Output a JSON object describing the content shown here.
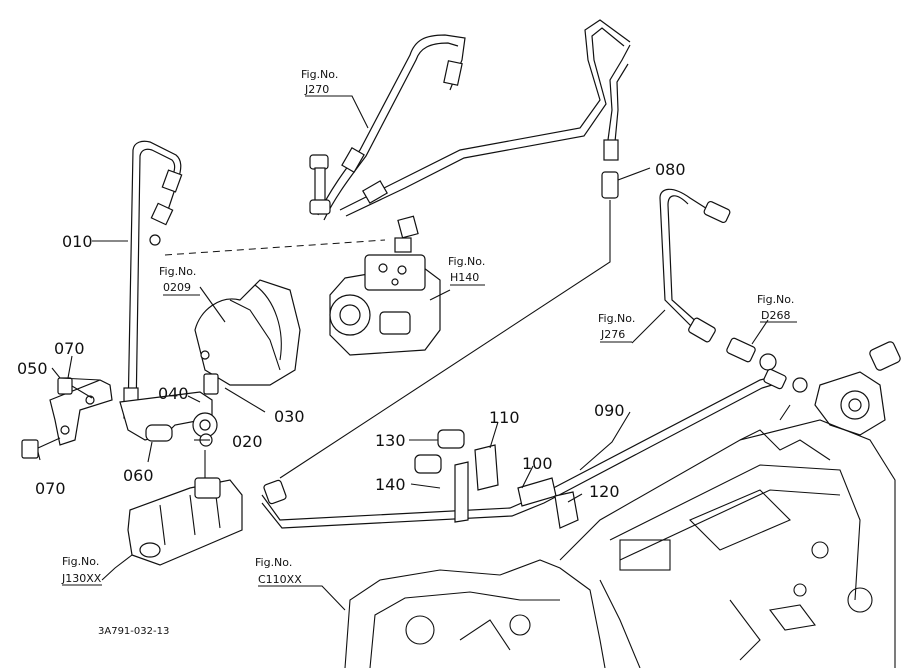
{
  "callouts": {
    "p010": "010",
    "p020": "020",
    "p030": "030",
    "p040": "040",
    "p050": "050",
    "p060": "060",
    "p070a": "070",
    "p070b": "070",
    "p080": "080",
    "p090": "090",
    "p100": "100",
    "p110": "110",
    "p120": "120",
    "p130": "130",
    "p140": "140"
  },
  "figure_refs": {
    "j270": {
      "prefix": "Fig.No.",
      "code": "J270"
    },
    "h140": {
      "prefix": "Fig.No.",
      "code": "H140"
    },
    "f0209": {
      "prefix": "Fig.No.",
      "code": "0209"
    },
    "d268": {
      "prefix": "Fig.No.",
      "code": "D268"
    },
    "j276": {
      "prefix": "Fig.No.",
      "code": "J276"
    },
    "j130xx": {
      "prefix": "Fig.No.",
      "code": "J130XX"
    },
    "c110xx": {
      "prefix": "Fig.No.",
      "code": "C110XX"
    }
  },
  "drawing_code": "3A791-032-13"
}
